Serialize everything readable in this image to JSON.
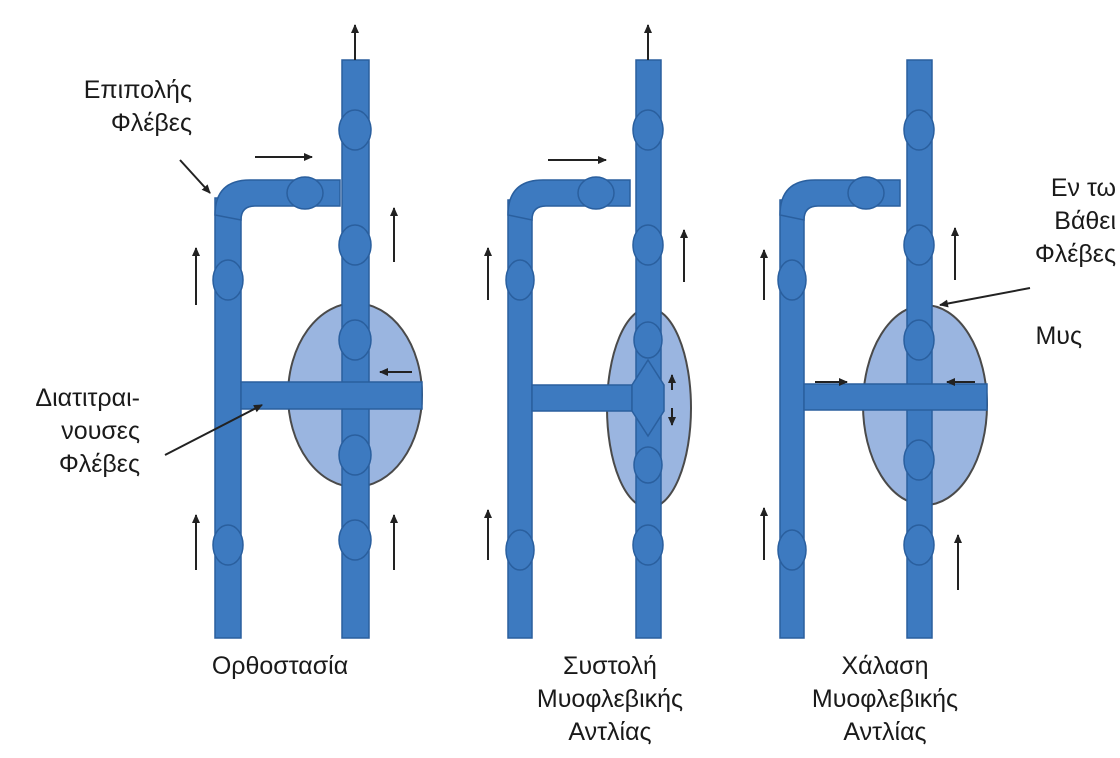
{
  "labels": {
    "superficial_veins": [
      "Επιπολής",
      "Φλέβες"
    ],
    "deep_veins": [
      "Εν τω",
      "Βάθει",
      "Φλέβες"
    ],
    "muscle": "Μυς",
    "perforating_veins": [
      "Διατιτραι-",
      "νουσες",
      "Φλέβες"
    ]
  },
  "panels": [
    {
      "caption": [
        "Ορθοστασία"
      ]
    },
    {
      "caption": [
        "Συστολή",
        "Μυοφλεβικής",
        "Αντλίας"
      ]
    },
    {
      "caption": [
        "Χάλαση",
        "Μυοφλεβικής",
        "Αντλίας"
      ]
    }
  ],
  "colors": {
    "vein": "#3d7ac0",
    "vein_edge": "#2a5f9e",
    "muscle_fill": "#9ab5e0",
    "muscle_edge": "#4a4a4a",
    "arrow": "#222222"
  }
}
